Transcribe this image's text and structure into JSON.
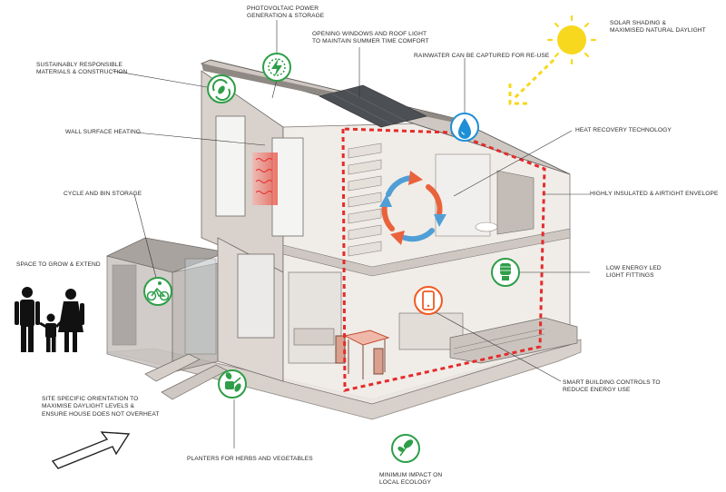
{
  "labels": {
    "pv": [
      "PHOTOVOLTAIC POWER",
      "GENERATION & STORAGE"
    ],
    "windows": [
      "OPENING WINDOWS AND ROOF LIGHT",
      "TO MAINTAIN SUMMER TIME COMFORT"
    ],
    "rainwater": [
      "RAINWATER CAN BE CAPTURED FOR RE-USE"
    ],
    "solar": [
      "SOLAR SHADING &",
      "MAXIMISED NATURAL DAYLIGHT"
    ],
    "materials": [
      "SUSTAINABLY RESPONSIBLE",
      "MATERIALS & CONSTRUCTION"
    ],
    "wall_heating": [
      "WALL SURFACE HEATING"
    ],
    "heat_recovery": [
      "HEAT RECOVERY TECHNOLOGY"
    ],
    "cycle": [
      "CYCLE AND BIN STORAGE"
    ],
    "envelope": [
      "HIGHLY INSULATED & AIRTIGHT ENVELOPE"
    ],
    "grow": [
      "SPACE TO GROW & EXTEND"
    ],
    "led": [
      "LOW ENERGY LED",
      "LIGHT FITTINGS"
    ],
    "controls": [
      "SMART BUILDING CONTROLS TO",
      "REDUCE ENERGY USE"
    ],
    "orientation": [
      "SITE SPECIFIC ORIENTATION TO",
      "MAXIMISE DAYLIGHT LEVELS &",
      "ENSURE HOUSE DOES NOT OVERHEAT"
    ],
    "planters": [
      "PLANTERS FOR HERBS AND VEGETABLES"
    ],
    "ecology": [
      "MINIMUM IMPACT ON",
      "LOCAL ECOLOGY"
    ]
  },
  "icons": {
    "pv": "lightning-bolt-icon",
    "materials": "recycle-leaf-icon",
    "rainwater": "water-drop-icon",
    "cycle": "bicycle-icon",
    "led": "led-bulb-icon",
    "controls": "smartphone-icon",
    "planters": "watering-can-plant-icon",
    "ecology": "seedling-icon"
  },
  "colors": {
    "icon_green": "#2e9e48",
    "icon_blue": "#1e8fd6",
    "icon_orange": "#f05a22",
    "sun_yellow": "#f7d81e",
    "heat_red": "#e52b2b",
    "building_fill": "#e9e3de",
    "building_stroke": "#6f6a66"
  }
}
